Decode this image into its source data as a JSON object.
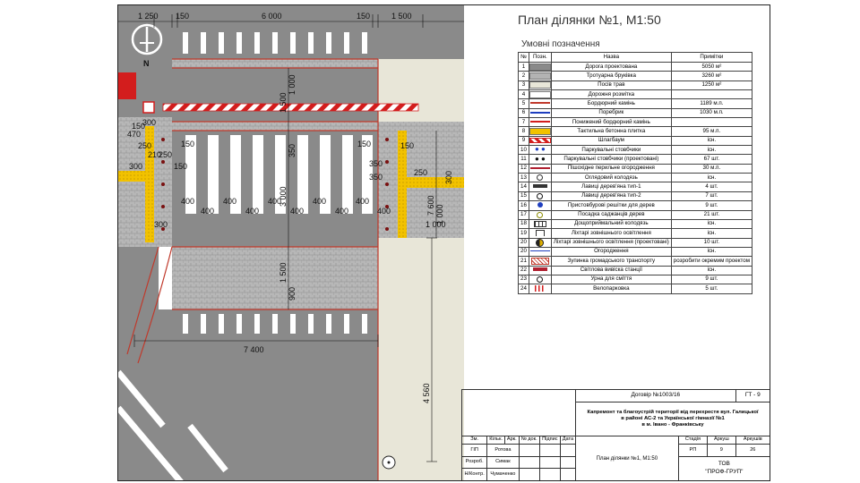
{
  "title": "План ділянки №1, М1:50",
  "legend_title": "Умовні позначення",
  "legend_headers": {
    "num": "№",
    "symbol": "Позн.",
    "name": "Назва",
    "note": "Примітки"
  },
  "legend_rows": [
    {
      "num": "1",
      "name": "Дорога проектована",
      "note": "5050 м²",
      "sym": "fill",
      "color": "#8a8a8a"
    },
    {
      "num": "2",
      "name": "Тротуарна бруківка",
      "note": "3260 м²",
      "sym": "fill",
      "color": "#b3b3b3"
    },
    {
      "num": "3",
      "name": "Посів трав",
      "note": "1250 м²",
      "sym": "fill",
      "color": "#e8e6d8"
    },
    {
      "num": "4",
      "name": "Дорожня розмітка",
      "note": "",
      "sym": "fill",
      "color": "#ffffff"
    },
    {
      "num": "5",
      "name": "Бордюрний камінь",
      "note": "1189 м.п.",
      "sym": "line",
      "color": "#c0392b"
    },
    {
      "num": "6",
      "name": "Поребрик",
      "note": "1030 м.п.",
      "sym": "line",
      "color": "#1f3fbf"
    },
    {
      "num": "7",
      "name": "Понижений бордюрний камінь",
      "note": "",
      "sym": "line",
      "color": "#d31d1d"
    },
    {
      "num": "8",
      "name": "Тактильна бетонна плитка",
      "note": "95 м.п.",
      "sym": "fill",
      "color": "#f2c200"
    },
    {
      "num": "9",
      "name": "Шлагбаум",
      "note": "існ.",
      "sym": "stripe",
      "color": "#d31d1d"
    },
    {
      "num": "10",
      "name": "Паркувальні стовбчики",
      "note": "існ.",
      "sym": "dots",
      "color": "#1f3fbf"
    },
    {
      "num": "11",
      "name": "Паркувальні стовбчики (проектовані)",
      "note": "67 шт.",
      "sym": "dots",
      "color": "#111111"
    },
    {
      "num": "12",
      "name": "Пішохідне перильне огородження",
      "note": "30 м.п.",
      "sym": "line",
      "color": "#b02030"
    },
    {
      "num": "13",
      "name": "Оглядовий колодязь",
      "note": "існ.",
      "sym": "ring",
      "color": "#333333"
    },
    {
      "num": "14",
      "name": "Лавиці дерев'яна тип-1",
      "note": "4 шт.",
      "sym": "bar",
      "color": "#333333"
    },
    {
      "num": "15",
      "name": "Лавиці дерев'яна тип-2",
      "note": "7 шт.",
      "sym": "ring",
      "color": "#111111"
    },
    {
      "num": "16",
      "name": "Пристовбурові решітки для дерев",
      "note": "9 шт.",
      "sym": "dot",
      "color": "#1f3fbf"
    },
    {
      "num": "17",
      "name": "Посадка саджанців дерев",
      "note": "21 шт.",
      "sym": "ring",
      "color": "#8b8b00"
    },
    {
      "num": "18",
      "name": "Дощоприймальний колодязь",
      "note": "існ.",
      "sym": "grid",
      "color": "#333333"
    },
    {
      "num": "19",
      "name": "Ліхтарі зовнішнього освітлення",
      "note": "існ.",
      "sym": "lamp",
      "color": "#333333"
    },
    {
      "num": "20",
      "name": "Ліхтарі зовнішнього освітлення (проектовані)",
      "note": "10 шт.",
      "sym": "half",
      "color": "#e0b000"
    },
    {
      "num": "20",
      "name": "Огородження",
      "note": "існ.",
      "sym": "fence",
      "color": "#1f3fbf"
    },
    {
      "num": "21",
      "name": "Зупинка громадського транспорту",
      "note": "розробити окремим проектом",
      "sym": "box",
      "color": "#c0392b"
    },
    {
      "num": "22",
      "name": "Світлова вивіска станції",
      "note": "існ.",
      "sym": "bar",
      "color": "#b02030"
    },
    {
      "num": "23",
      "name": "Урна для сміття",
      "note": "9 шт.",
      "sym": "ring",
      "color": "#111111"
    },
    {
      "num": "24",
      "name": "Велопарковка",
      "note": "5 шт.",
      "sym": "vbars",
      "color": "#d31d1d"
    }
  ],
  "stamp": {
    "contract": "Договір №1003/16",
    "code": "ГТ - 9",
    "project_lines": [
      "Капремонт та благоустрій території від перехрестя вул. Галицької",
      "в районі АС-2 та Української гімназії №1",
      "в м. Івано - Франківську"
    ],
    "col_headers": [
      "Зм.",
      "Кільк.",
      "Арк.",
      "№ док.",
      "Підпис",
      "Дата"
    ],
    "people": [
      {
        "role": "ГІП",
        "name": "Ротова"
      },
      {
        "role": "Розроб.",
        "name": "Симак"
      },
      {
        "role": "Н/Контр.",
        "name": "Чумаченко"
      }
    ],
    "stage_headers": [
      "Стадія",
      "Аркуш",
      "Аркушів"
    ],
    "stage_values": [
      "РП",
      "9",
      "26"
    ],
    "sheet_name": "План ділянки №1, М1:50",
    "company_lines": [
      "ТОВ",
      "\"ПРОФ-ГРУП\""
    ]
  },
  "plan": {
    "north": "N",
    "dims_top": [
      "1 250",
      "150",
      "6 000",
      "150",
      "1 500"
    ],
    "dims_mid": [
      "150",
      "300",
      "470",
      "250",
      "210",
      "250",
      "300",
      "150",
      "1 000",
      "300",
      "150",
      "350",
      "350",
      "150",
      "250",
      "150"
    ],
    "dim_400": "400",
    "dims_vertical": [
      "1 500",
      "3 000",
      "350",
      "1 500",
      "900",
      "1 000",
      "7 600",
      "1 000",
      "300"
    ],
    "dim_bottom": "7 400",
    "dim_right_bottom": "4 560"
  }
}
